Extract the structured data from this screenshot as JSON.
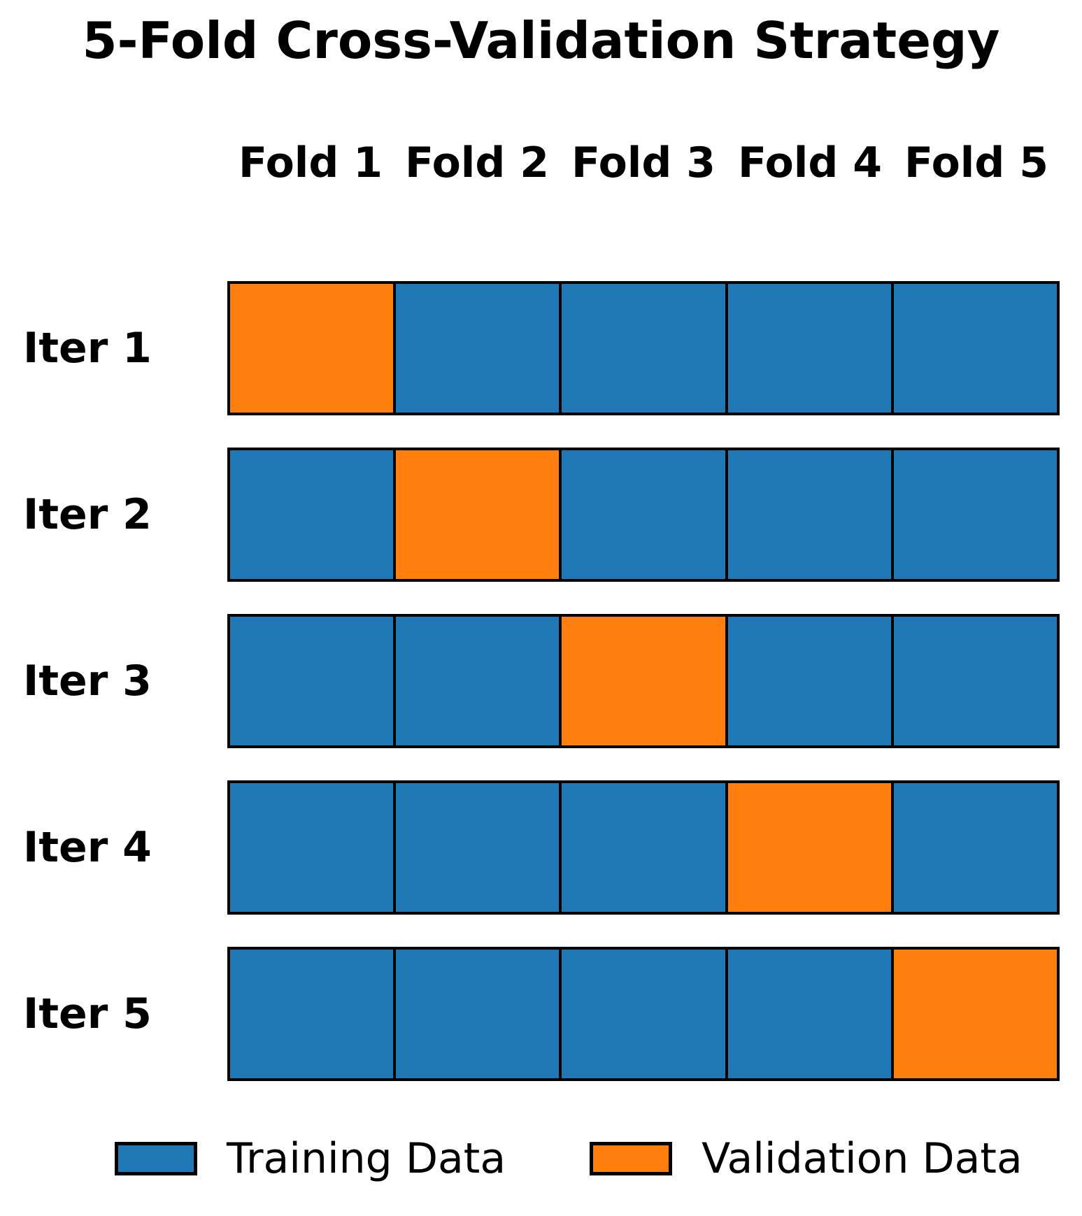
{
  "title": "5-Fold Cross-Validation Strategy",
  "columns": {
    "labels": [
      "Fold 1",
      "Fold 2",
      "Fold 3",
      "Fold 4",
      "Fold 5"
    ]
  },
  "rows": [
    {
      "label": "Iter 1",
      "cells": [
        "validation",
        "training",
        "training",
        "training",
        "training"
      ]
    },
    {
      "label": "Iter 2",
      "cells": [
        "training",
        "validation",
        "training",
        "training",
        "training"
      ]
    },
    {
      "label": "Iter 3",
      "cells": [
        "training",
        "training",
        "validation",
        "training",
        "training"
      ]
    },
    {
      "label": "Iter 4",
      "cells": [
        "training",
        "training",
        "training",
        "validation",
        "training"
      ]
    },
    {
      "label": "Iter 5",
      "cells": [
        "training",
        "training",
        "training",
        "training",
        "validation"
      ]
    }
  ],
  "legend": [
    {
      "type": "training",
      "label": "Training Data"
    },
    {
      "type": "validation",
      "label": "Validation Data"
    }
  ],
  "colors": {
    "training": "#1f77b4",
    "validation": "#ff7f0e",
    "border": "#000000",
    "background": "#ffffff",
    "text": "#000000"
  }
}
